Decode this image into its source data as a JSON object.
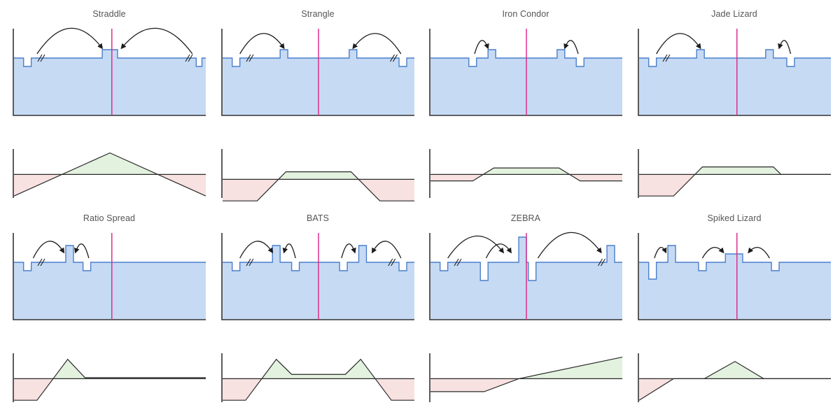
{
  "palette": {
    "fill": "#c6daf4",
    "fill_line": "#4a7fcc",
    "axis": "#333333",
    "marker": "#dd2f8d",
    "arrow": "#1c1c1c",
    "profit_fill": "#e3f2df",
    "loss_fill": "#f8e1e1",
    "payoff_line": "#2a2a2a"
  },
  "strategies": [
    {
      "id": "straddle",
      "name": "Straddle",
      "marker": 0.51,
      "pulses": [
        {
          "x": 0.05,
          "w": 0.04,
          "h": -12
        },
        {
          "x": 0.46,
          "w": 0.08,
          "h": 12
        },
        {
          "x": 0.95,
          "w": 0.03,
          "h": -12
        }
      ],
      "arrows": [
        {
          "x1": 0.12,
          "x2": 0.46,
          "ctrl": 75,
          "dir": "to2"
        },
        {
          "x1": 0.93,
          "x2": 0.56,
          "ctrl": 75,
          "dir": "to2"
        }
      ],
      "breaks": [
        0.135,
        0.905
      ],
      "payoff": {
        "zero": 0.52,
        "y": [
          -1.0,
          1.0,
          -1.0
        ],
        "x": [
          0.0,
          0.5,
          1.0
        ]
      }
    },
    {
      "id": "strangle",
      "name": "Strangle",
      "marker": 0.5,
      "pulses": [
        {
          "x": 0.05,
          "w": 0.04,
          "h": -12
        },
        {
          "x": 0.3,
          "w": 0.04,
          "h": 12
        },
        {
          "x": 0.66,
          "w": 0.04,
          "h": 12
        },
        {
          "x": 0.92,
          "w": 0.04,
          "h": -12
        }
      ],
      "arrows": [
        {
          "x1": 0.09,
          "x2": 0.32,
          "ctrl": 60,
          "dir": "to2"
        },
        {
          "x1": 0.93,
          "x2": 0.68,
          "ctrl": 60,
          "dir": "to2"
        }
      ],
      "breaks": [
        0.135,
        0.885
      ],
      "payoff": {
        "zero": 0.62,
        "y": [
          -1.0,
          -1.0,
          0.35,
          0.35,
          -1.0,
          -1.0
        ],
        "x": [
          0.0,
          0.18,
          0.33,
          0.67,
          0.82,
          1.0
        ]
      }
    },
    {
      "id": "iron-condor",
      "name": "Iron Condor",
      "marker": 0.5,
      "pulses": [
        {
          "x": 0.2,
          "w": 0.04,
          "h": -12
        },
        {
          "x": 0.3,
          "w": 0.04,
          "h": 12
        },
        {
          "x": 0.66,
          "w": 0.04,
          "h": 12
        },
        {
          "x": 0.76,
          "w": 0.04,
          "h": -12
        }
      ],
      "arrows": [
        {
          "x1": 0.23,
          "x2": 0.3,
          "ctrl": 40,
          "dir": "to2"
        },
        {
          "x1": 0.77,
          "x2": 0.7,
          "ctrl": 40,
          "dir": "to2"
        }
      ],
      "breaks": [],
      "payoff": {
        "zero": 0.52,
        "y": [
          -0.3,
          -0.3,
          0.3,
          0.3,
          -0.3,
          -0.3
        ],
        "x": [
          0.0,
          0.22,
          0.33,
          0.67,
          0.78,
          1.0
        ]
      }
    },
    {
      "id": "jade-lizard",
      "name": "Jade Lizard",
      "marker": 0.51,
      "pulses": [
        {
          "x": 0.05,
          "w": 0.04,
          "h": -12
        },
        {
          "x": 0.3,
          "w": 0.04,
          "h": 12
        },
        {
          "x": 0.66,
          "w": 0.04,
          "h": 12
        },
        {
          "x": 0.77,
          "w": 0.04,
          "h": -12
        }
      ],
      "arrows": [
        {
          "x1": 0.09,
          "x2": 0.32,
          "ctrl": 60,
          "dir": "to2"
        },
        {
          "x1": 0.79,
          "x2": 0.73,
          "ctrl": 40,
          "dir": "to2"
        }
      ],
      "breaks": [
        0.135
      ],
      "payoff": {
        "zero": 0.52,
        "y": [
          -1.0,
          -1.0,
          0.35,
          0.35,
          0.0,
          0.0
        ],
        "x": [
          0.0,
          0.18,
          0.33,
          0.7,
          0.74,
          1.0
        ]
      }
    },
    {
      "id": "ratio-spread",
      "name": "Ratio Spread",
      "marker": 0.51,
      "pulses": [
        {
          "x": 0.05,
          "w": 0.04,
          "h": -12
        },
        {
          "x": 0.27,
          "w": 0.04,
          "h": 24
        },
        {
          "x": 0.36,
          "w": 0.04,
          "h": -12
        }
      ],
      "arrows": [
        {
          "x1": 0.1,
          "x2": 0.26,
          "ctrl": 50,
          "dir": "to2"
        },
        {
          "x1": 0.39,
          "x2": 0.32,
          "ctrl": 42,
          "dir": "to2"
        }
      ],
      "breaks": [
        0.135
      ],
      "payoff": {
        "zero": 0.52,
        "y": [
          -1.0,
          -1.0,
          0.9,
          0.05,
          0.05
        ],
        "x": [
          0.0,
          0.12,
          0.28,
          0.37,
          1.0
        ]
      }
    },
    {
      "id": "bats",
      "name": "BATS",
      "marker": 0.5,
      "pulses": [
        {
          "x": 0.05,
          "w": 0.04,
          "h": -12
        },
        {
          "x": 0.26,
          "w": 0.04,
          "h": 24
        },
        {
          "x": 0.36,
          "w": 0.04,
          "h": -12
        },
        {
          "x": 0.61,
          "w": 0.04,
          "h": -12
        },
        {
          "x": 0.71,
          "w": 0.04,
          "h": 24
        },
        {
          "x": 0.92,
          "w": 0.04,
          "h": -12
        }
      ],
      "arrows": [
        {
          "x1": 0.09,
          "x2": 0.26,
          "ctrl": 50,
          "dir": "to2"
        },
        {
          "x1": 0.38,
          "x2": 0.32,
          "ctrl": 42,
          "dir": "to2"
        },
        {
          "x1": 0.62,
          "x2": 0.69,
          "ctrl": 42,
          "dir": "to2"
        },
        {
          "x1": 0.93,
          "x2": 0.78,
          "ctrl": 50,
          "dir": "to2"
        }
      ],
      "breaks": [
        0.135,
        0.875
      ],
      "payoff": {
        "zero": 0.52,
        "y": [
          -1.0,
          -1.0,
          0.9,
          0.2,
          0.2,
          0.9,
          -1.0,
          -1.0
        ],
        "x": [
          0.0,
          0.12,
          0.28,
          0.36,
          0.64,
          0.72,
          0.88,
          1.0
        ]
      }
    },
    {
      "id": "zebra",
      "name": "ZEBRA",
      "marker": 0.5,
      "pulses": [
        {
          "x": 0.05,
          "w": 0.04,
          "h": -12
        },
        {
          "x": 0.26,
          "w": 0.04,
          "h": -26
        },
        {
          "x": 0.46,
          "w": 0.04,
          "h": 36
        },
        {
          "x": 0.51,
          "w": 0.04,
          "h": -26
        },
        {
          "x": 0.92,
          "w": 0.04,
          "h": 24
        }
      ],
      "arrows": [
        {
          "x1": 0.09,
          "x2": 0.38,
          "ctrl": 65,
          "dir": "to2"
        },
        {
          "x1": 0.29,
          "x2": 0.42,
          "ctrl": 42,
          "dir": "to2"
        },
        {
          "x1": 0.56,
          "x2": 0.89,
          "ctrl": 75,
          "dir": "to2"
        }
      ],
      "breaks": [
        0.135,
        0.885
      ],
      "payoff": {
        "zero": 0.52,
        "y": [
          -0.6,
          -0.6,
          0.0,
          1.0
        ],
        "x": [
          0.0,
          0.28,
          0.46,
          1.0
        ]
      }
    },
    {
      "id": "spiked-lizard",
      "name": "Spiked Lizard",
      "marker": 0.51,
      "pulses": [
        {
          "x": 0.05,
          "w": 0.04,
          "h": -24
        },
        {
          "x": 0.15,
          "w": 0.04,
          "h": 24
        },
        {
          "x": 0.31,
          "w": 0.04,
          "h": -12
        },
        {
          "x": 0.45,
          "w": 0.09,
          "h": 12
        },
        {
          "x": 0.69,
          "w": 0.04,
          "h": -12
        }
      ],
      "arrows": [
        {
          "x1": 0.08,
          "x2": 0.14,
          "ctrl": 32,
          "dir": "to2"
        },
        {
          "x1": 0.33,
          "x2": 0.44,
          "ctrl": 32,
          "dir": "to2"
        },
        {
          "x1": 0.68,
          "x2": 0.57,
          "ctrl": 32,
          "dir": "to2"
        }
      ],
      "breaks": [],
      "payoff": {
        "zero": 0.52,
        "y": [
          -1.0,
          0.0,
          0.0,
          0.8,
          0.0,
          0.0
        ],
        "x": [
          0.0,
          0.18,
          0.34,
          0.5,
          0.65,
          1.0
        ]
      }
    }
  ]
}
